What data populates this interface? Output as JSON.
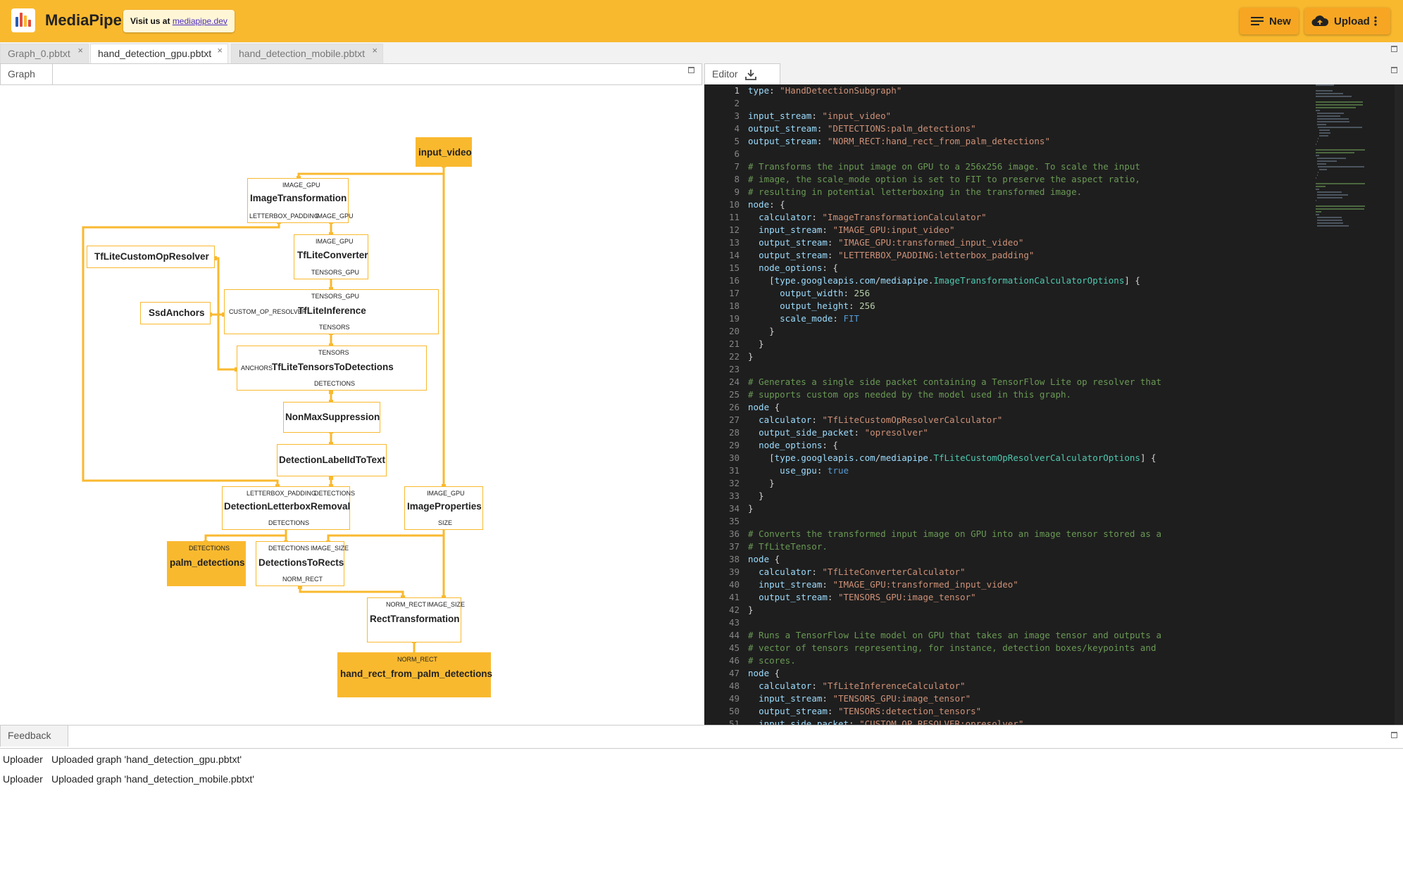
{
  "header": {
    "brand": "MediaPipe",
    "visit_prefix": "Visit us at ",
    "visit_link": "mediapipe.dev",
    "new_label": "New",
    "upload_label": "Upload",
    "accent": "#f9b92f"
  },
  "tabs": [
    {
      "label": "Graph_0.pbtxt",
      "active": false
    },
    {
      "label": "hand_detection_gpu.pbtxt",
      "active": true
    },
    {
      "label": "hand_detection_mobile.pbtxt",
      "active": false
    }
  ],
  "graph_tab": "Graph",
  "editor_tab": "Editor",
  "nodes": {
    "input_video": "input_video",
    "image_transformation": {
      "title": "ImageTransformation",
      "in": "IMAGE_GPU",
      "out1": "LETTERBOX_PADDING",
      "out2": "IMAGE_GPU"
    },
    "tflite_custom_op_resolver": "TfLiteCustomOpResolver",
    "tflite_converter": {
      "title": "TfLiteConverter",
      "in": "IMAGE_GPU",
      "out": "TENSORS_GPU"
    },
    "ssd_anchors": "SsdAnchors",
    "tflite_inference": {
      "title": "TfLiteInference",
      "in": "TENSORS_GPU",
      "side": "CUSTOM_OP_RESOLVER",
      "out": "TENSORS"
    },
    "tensors_to_detections": {
      "title": "TfLiteTensorsToDetections",
      "in": "TENSORS",
      "side": "ANCHORS",
      "out": "DETECTIONS"
    },
    "non_max_suppression": "NonMaxSuppression",
    "detection_label_id_to_text": "DetectionLabelIdToText",
    "letterbox_removal": {
      "title": "DetectionLetterboxRemoval",
      "in1": "LETTERBOX_PADDING",
      "in2": "DETECTIONS",
      "out": "DETECTIONS"
    },
    "image_properties": {
      "title": "ImageProperties",
      "in": "IMAGE_GPU",
      "out": "SIZE"
    },
    "palm_detections": {
      "title": "palm_detections",
      "in": "DETECTIONS"
    },
    "detections_to_rects": {
      "title": "DetectionsToRects",
      "in1": "DETECTIONS",
      "in2": "IMAGE_SIZE",
      "out": "NORM_RECT"
    },
    "rect_transformation": {
      "title": "RectTransformation",
      "in1": "NORM_RECT",
      "in2": "IMAGE_SIZE"
    },
    "hand_rect": {
      "title": "hand_rect_from_palm_detections",
      "in": "NORM_RECT"
    }
  },
  "code_lines": [
    "type: \"HandDetectionSubgraph\"",
    "",
    "input_stream: \"input_video\"",
    "output_stream: \"DETECTIONS:palm_detections\"",
    "output_stream: \"NORM_RECT:hand_rect_from_palm_detections\"",
    "",
    "# Transforms the input image on GPU to a 256x256 image. To scale the input",
    "# image, the scale_mode option is set to FIT to preserve the aspect ratio,",
    "# resulting in potential letterboxing in the transformed image.",
    "node: {",
    "  calculator: \"ImageTransformationCalculator\"",
    "  input_stream: \"IMAGE_GPU:input_video\"",
    "  output_stream: \"IMAGE_GPU:transformed_input_video\"",
    "  output_stream: \"LETTERBOX_PADDING:letterbox_padding\"",
    "  node_options: {",
    "    [type.googleapis.com/mediapipe.ImageTransformationCalculatorOptions] {",
    "      output_width: 256",
    "      output_height: 256",
    "      scale_mode: FIT",
    "    }",
    "  }",
    "}",
    "",
    "# Generates a single side packet containing a TensorFlow Lite op resolver that",
    "# supports custom ops needed by the model used in this graph.",
    "node {",
    "  calculator: \"TfLiteCustomOpResolverCalculator\"",
    "  output_side_packet: \"opresolver\"",
    "  node_options: {",
    "    [type.googleapis.com/mediapipe.TfLiteCustomOpResolverCalculatorOptions] {",
    "      use_gpu: true",
    "    }",
    "  }",
    "}",
    "",
    "# Converts the transformed input image on GPU into an image tensor stored as a",
    "# TfLiteTensor.",
    "node {",
    "  calculator: \"TfLiteConverterCalculator\"",
    "  input_stream: \"IMAGE_GPU:transformed_input_video\"",
    "  output_stream: \"TENSORS_GPU:image_tensor\"",
    "}",
    "",
    "# Runs a TensorFlow Lite model on GPU that takes an image tensor and outputs a",
    "# vector of tensors representing, for instance, detection boxes/keypoints and",
    "# scores.",
    "node {",
    "  calculator: \"TfLiteInferenceCalculator\"",
    "  input_stream: \"TENSORS_GPU:image_tensor\"",
    "  output_stream: \"TENSORS:detection_tensors\"",
    "  input_side_packet: \"CUSTOM_OP_RESOLVER:opresolver\""
  ],
  "feedback": {
    "tab": "Feedback",
    "rows": [
      {
        "source": "Uploader",
        "message": "Uploaded graph 'hand_detection_gpu.pbtxt'"
      },
      {
        "source": "Uploader",
        "message": "Uploaded graph 'hand_detection_mobile.pbtxt'"
      }
    ]
  }
}
